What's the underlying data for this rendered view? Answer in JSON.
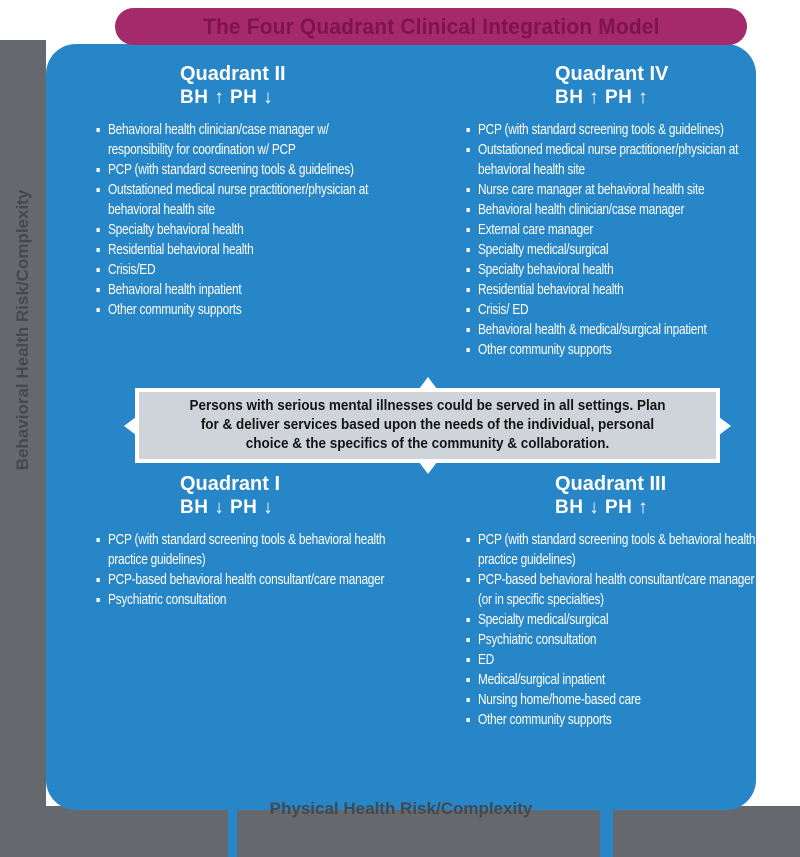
{
  "banner": {
    "title": "The Four Quadrant Clinical Integration Model"
  },
  "axes": {
    "vertical_label": "Behavioral Health Risk/Complexity",
    "horizontal_label": "Physical Health Risk/Complexity"
  },
  "center_note": "Persons with serious mental illnesses could be served in all settings. Plan for & deliver services based upon the needs of the individual, personal choice & the specifics of the community & collaboration.",
  "quadrants": [
    {
      "title": "Quadrant II",
      "axis": "BH ↑  PH ↓",
      "items": [
        "Behavioral health clinician/case manager w/ responsibility for coordination w/ PCP",
        "PCP (with standard screening tools & guidelines)",
        "Outstationed medical nurse practitioner/physician at behavioral health site",
        "Specialty behavioral health",
        "Residential behavioral health",
        "Crisis/ED",
        "Behavioral health inpatient",
        "Other community supports"
      ]
    },
    {
      "title": "Quadrant IV",
      "axis": "BH ↑  PH ↑",
      "items": [
        "PCP (with standard screening tools & guidelines)",
        "Outstationed medical nurse practitioner/physician at behavioral health site",
        "Nurse care manager at behavioral health site",
        "Behavioral health clinician/case manager",
        "External care manager",
        "Specialty medical/surgical",
        "Specialty behavioral health",
        "Residential behavioral health",
        "Crisis/ ED",
        "Behavioral health & medical/surgical inpatient",
        "Other community supports"
      ]
    },
    {
      "title": "Quadrant I",
      "axis": "BH ↓  PH ↓",
      "items": [
        "PCP (with standard screening tools & behavioral health practice guidelines)",
        "PCP-based behavioral health consultant/care manager",
        "Psychiatric consultation"
      ]
    },
    {
      "title": "Quadrant III",
      "axis": "BH ↓  PH ↑",
      "items": [
        "PCP (with standard screening tools & behavioral health practice guidelines)",
        "PCP-based behavioral health consultant/care manager (or in specific specialties)",
        "Specialty medical/surgical",
        "Psychiatric consultation",
        "ED",
        "Medical/surgical inpatient",
        "Nursing home/home-based care",
        "Other community supports"
      ]
    }
  ],
  "colors": {
    "panel_blue": "#2786c8",
    "banner_magenta": "#a42a6b",
    "banner_text": "#7e1350",
    "shadow_gray": "#65686c",
    "axis_text": "#46484d",
    "note_bg": "#ced4d9",
    "note_border": "#ffffff",
    "note_text": "#141414",
    "quadrant_text": "#ffffff"
  }
}
